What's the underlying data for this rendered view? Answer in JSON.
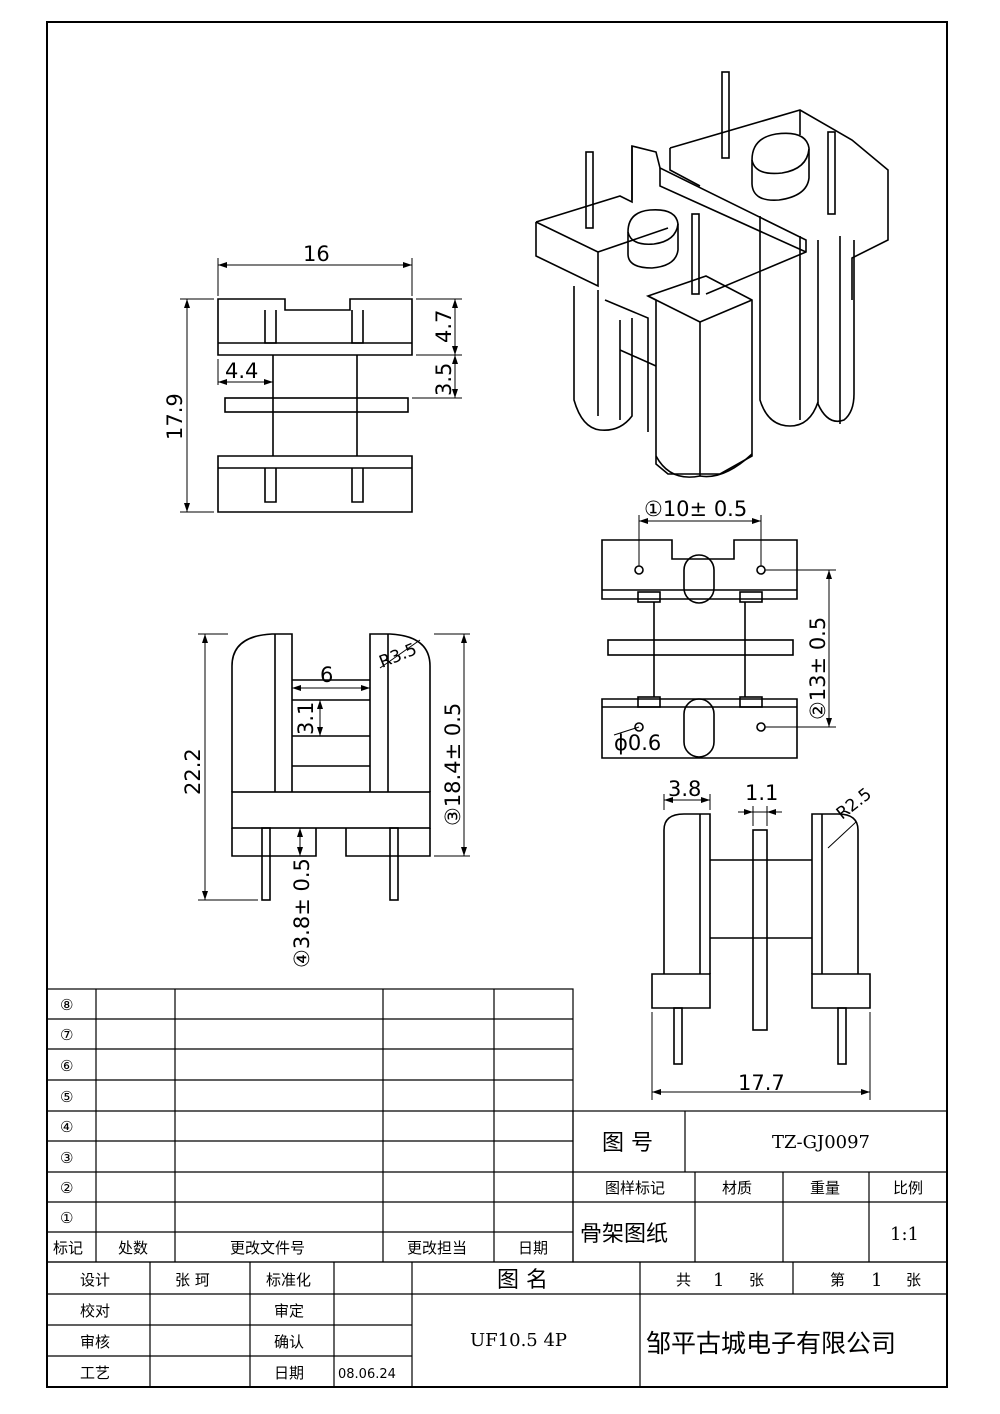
{
  "dimensions": {
    "top_width": "16",
    "top_height": "17.9",
    "top_flange": "4.7",
    "top_gap": "3.5",
    "top_offset": "4.4",
    "side_height": "22.2",
    "side_slot": "6",
    "side_radius": "R3.5",
    "side_step": "3.1",
    "side_overall": "③18.4± 0.5",
    "side_pin": "④3.8± 0.5",
    "pin_pitch_x": "①10± 0.5",
    "pin_pitch_y": "②13± 0.5",
    "pin_dia": "ϕ0.6",
    "front_flange": "3.8",
    "front_wall": "1.1",
    "front_radius": "R2.5",
    "front_width": "17.7"
  },
  "revision_table": {
    "row_marks": [
      "⑧",
      "⑦",
      "⑥",
      "⑤",
      "④",
      "③",
      "②",
      "①"
    ],
    "headers": [
      "标记",
      "处数",
      "更改文件号",
      "更改担当",
      "日期"
    ]
  },
  "title_block": {
    "drawing_no_label": "图 号",
    "drawing_no": "TZ-GJ0097",
    "sample_mark_label": "图样标记",
    "material_label": "材质",
    "weight_label": "重量",
    "scale_label": "比例",
    "drawing_type": "骨架图纸",
    "scale": "1:1",
    "design_label": "设计",
    "designer": "张 珂",
    "standard_label": "标准化",
    "check_label": "校对",
    "approve_label": "审定",
    "review_label": "审核",
    "confirm_label": "确认",
    "process_label": "工艺",
    "date_label": "日期",
    "date": "08.06.24",
    "name_label": "图 名",
    "part_name": "UF10.5 4P",
    "total_pre": "共",
    "total": "1",
    "sheet_unit1": "张",
    "sheet_pre": "第",
    "sheet": "1",
    "sheet_unit2": "张",
    "company": "邹平古城电子有限公司"
  }
}
